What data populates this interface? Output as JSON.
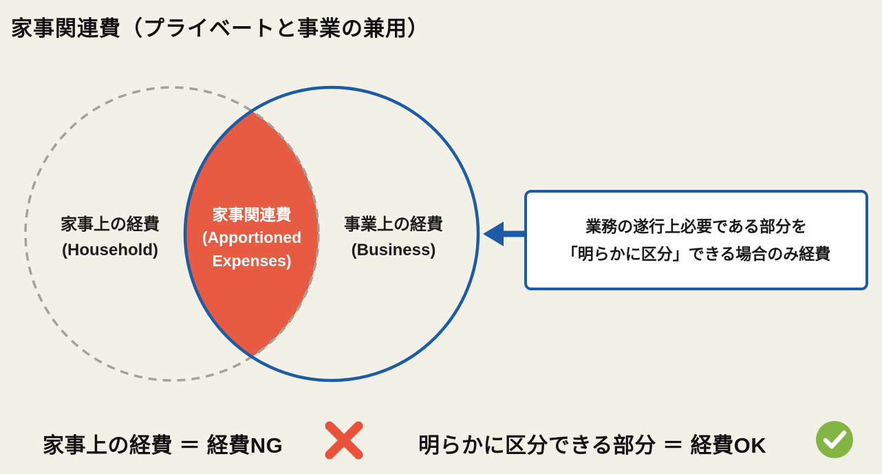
{
  "page": {
    "title": "家事関連費（プライベートと事業の兼用）",
    "background": "#f3f1e7"
  },
  "venn": {
    "left": {
      "label": "家事上の経費",
      "sublabel": "(Household)",
      "border_color": "#a3a29a",
      "border_style": "dashed"
    },
    "right": {
      "label": "事業上の経費",
      "sublabel": "(Business)",
      "border_color": "#1b5ba7",
      "border_style": "solid"
    },
    "overlap": {
      "label": "家事関連費",
      "sublabel_line1": "(Apportioned",
      "sublabel_line2": "Expenses)",
      "fill_color": "#e65b41"
    }
  },
  "callout": {
    "line1": "業務の遂行上必要である部分を",
    "line2": "「明らかに区分」できる場合のみ経費",
    "border_color": "#1b5ba7",
    "arrow_icon": "arrow-left"
  },
  "verdicts": {
    "ng": {
      "text": "家事上の経費 ＝ 経費NG",
      "icon": "x-mark",
      "icon_color": "#e8523a"
    },
    "ok": {
      "text": "明らかに区分できる部分 ＝ 経費OK",
      "icon": "check-mark",
      "icon_color": "#83b544"
    }
  }
}
